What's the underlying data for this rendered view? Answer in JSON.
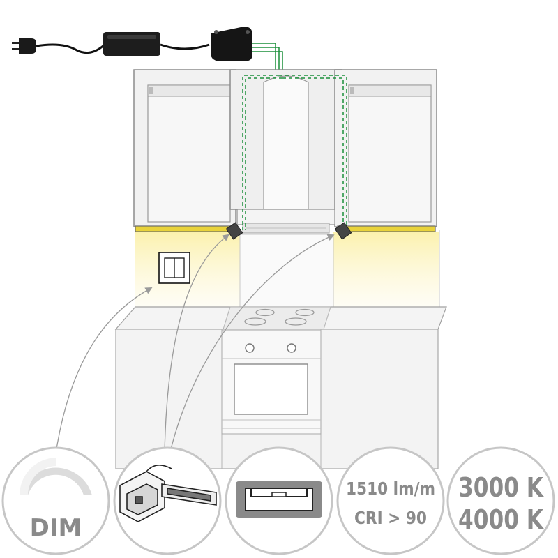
{
  "badges": {
    "dim": {
      "label": "DIM"
    },
    "lumen": {
      "line1": "1510 lm/m",
      "line2": "CRI > 90"
    },
    "color_temp": {
      "line1": "3000 K",
      "line2": "4000 K"
    }
  },
  "icons": {
    "plug": "power-plug-icon",
    "driver": "led-driver-icon",
    "controller": "controller-box-icon",
    "switch": "wall-switch-icon",
    "connector": "strip-connector-icon",
    "profile": "aluminium-profile-icon",
    "dim": "dimming-arc-icon"
  },
  "colors": {
    "led_light": "#fbf3b8",
    "led_strip": "#e8d23a",
    "wiring": "#1a8f3a",
    "outline": "#8a8a8a",
    "badge_fill": "#ffffff",
    "cabinet": "#f1f1f1"
  }
}
